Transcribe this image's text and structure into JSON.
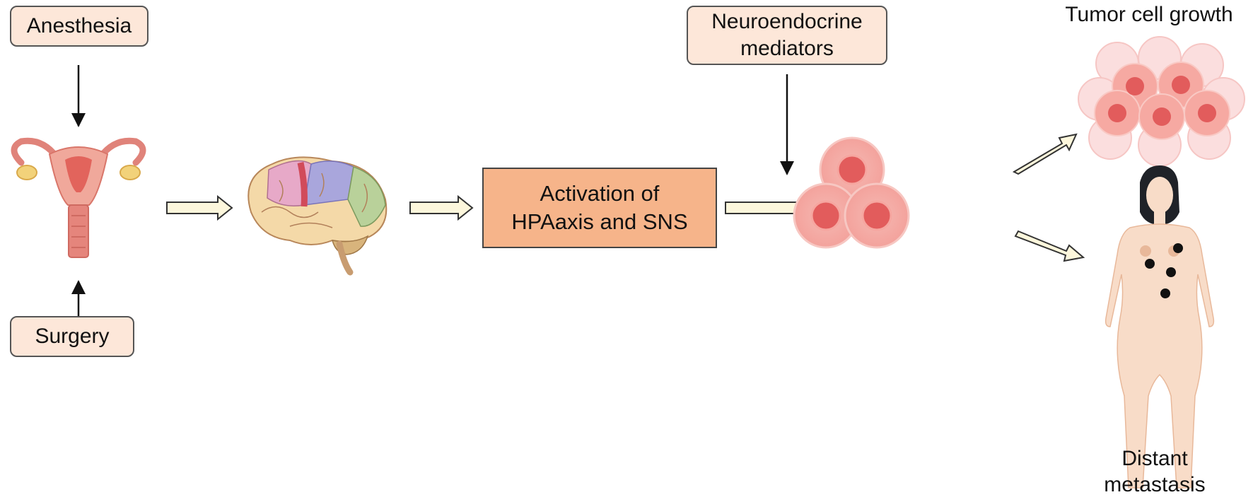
{
  "nodes": {
    "anesthesia": "Anesthesia",
    "surgery": "Surgery",
    "activation": "Activation of\nHPAaxis and SNS",
    "neuroendocrine": "Neuroendocrine\nmediators",
    "tumor_growth": "Tumor cell growth",
    "distant_metastasis": "Distant\nmetastasis"
  },
  "icons": [
    "uterus-icon",
    "brain-icon",
    "tumor-cells-icon",
    "tumor-cluster-icon",
    "female-body-icon"
  ],
  "colors": {
    "box_fill": "#fde7d9",
    "center_box_fill": "#f6b48a",
    "hollow_arrow_fill": "#fdf7dc",
    "cell_pink": "#f4a3a0",
    "cell_core": "#e25c5c",
    "metastasis_dot": "#111111"
  }
}
